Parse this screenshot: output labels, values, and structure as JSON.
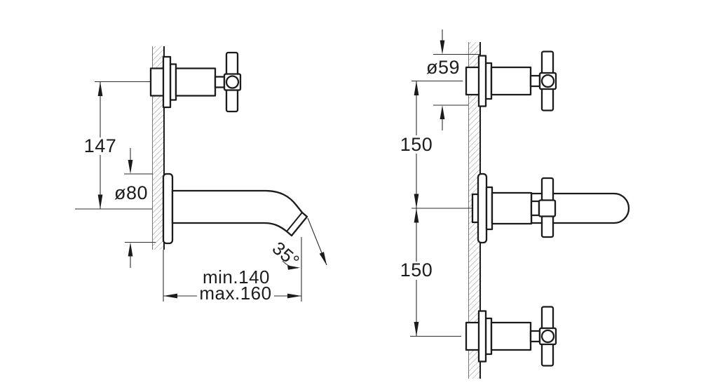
{
  "colors": {
    "line": "#1b1b1b",
    "dimension_line": "#2e2e2e",
    "hatch": "#8f8f8f",
    "background": "#ffffff"
  },
  "left_view": {
    "dim_valve_to_spout": "147",
    "dim_flange_diameter": "ø80",
    "dim_spout_angle": "35°",
    "dim_reach_min": "min.140",
    "dim_reach_max": "max.160"
  },
  "right_view": {
    "dim_flange_diameter": "ø59",
    "dim_spacing_upper": "150",
    "dim_spacing_lower": "150"
  }
}
